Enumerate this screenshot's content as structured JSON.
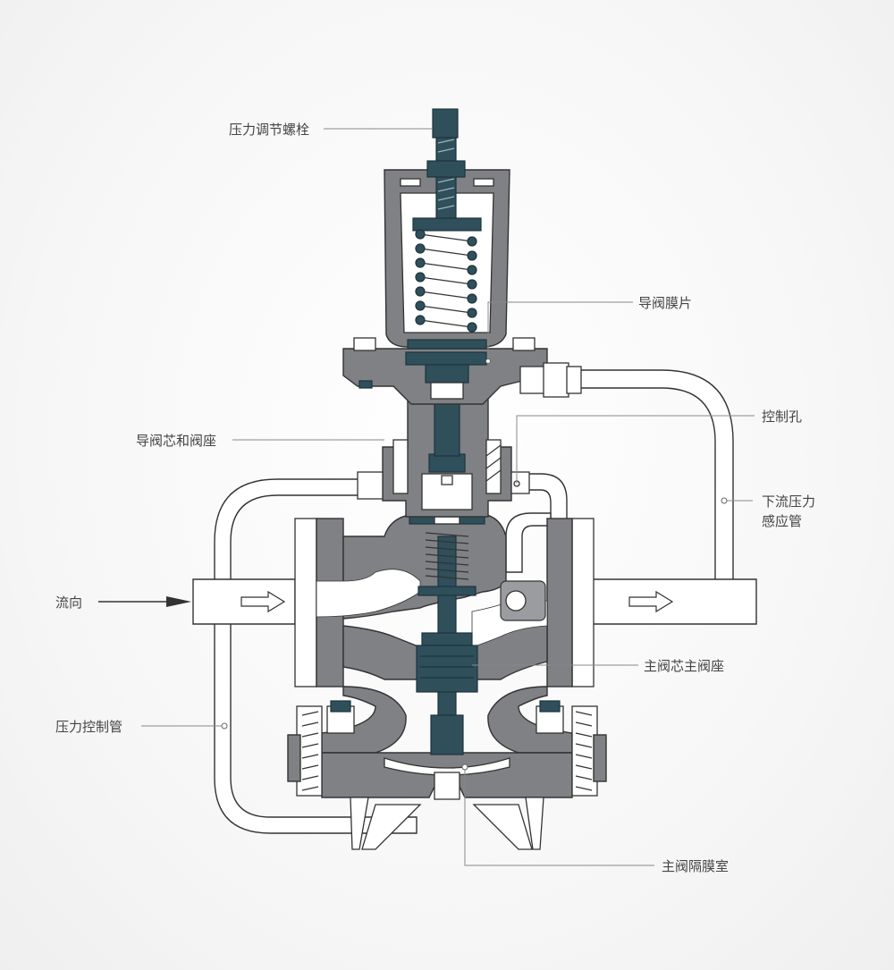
{
  "labels": {
    "adjust_bolt": "压力调节螺栓",
    "pilot_diaphragm": "导阀膜片",
    "control_hole": "控制孔",
    "pilot_core_seat": "导阀芯和阀座",
    "downstream_line1": "下流压力",
    "downstream_line2": "感应管",
    "flow_direction": "流向",
    "main_core_seat": "主阀芯主阀座",
    "control_pipe": "压力控制管",
    "diaphragm_chamber": "主阀隔膜室"
  },
  "colors": {
    "body_gray": "#7f8184",
    "stem_dark": "#2f4f5b",
    "outline": "#333333",
    "label_text": "#444444"
  }
}
